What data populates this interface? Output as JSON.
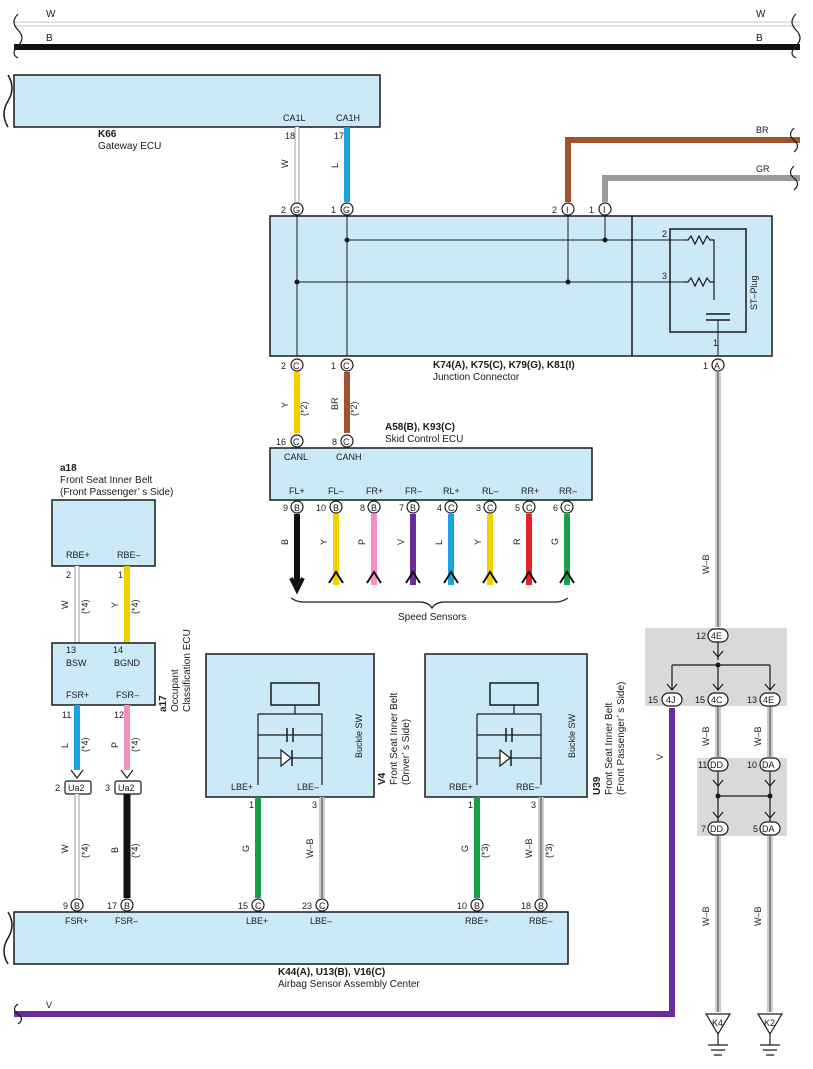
{
  "bus": {
    "w_label": "W",
    "b_label": "B"
  },
  "colors": {
    "box_fill": "#cce9f7",
    "white": "#e8e8e8",
    "black": "#111111",
    "blue": "#1aa3e0",
    "brown": "#a0522d",
    "gray": "#9a9a9a",
    "yellow": "#f5d000",
    "pink": "#f48fc0",
    "violet": "#6a2c9a",
    "red": "#e8202a",
    "green": "#18a048",
    "gray_panel": "#d9d9d9"
  },
  "gateway": {
    "code": "K66",
    "name": "Gateway ECU",
    "pin_a": "CA1L",
    "pin_b": "CA1H",
    "num_a": "18",
    "num_b": "17",
    "wire_a": "W",
    "wire_b": "L"
  },
  "junction": {
    "code": "K74(A), K75(C), K79(G), K81(I)",
    "name": "Junction Connector",
    "in_a": "2",
    "in_b": "1",
    "conn_g": "G",
    "br_num": "2",
    "gr_num": "1",
    "conn_i": "I",
    "out_a": "2",
    "out_b": "1",
    "conn_c": "C",
    "stplug": "ST–Plug",
    "plug_pins": [
      "2",
      "3",
      "1"
    ],
    "a_num": "1",
    "conn_a": "A"
  },
  "ext_wires": {
    "br": "BR",
    "gr": "GR"
  },
  "skid_wires": {
    "y": "Y",
    "br": "BR",
    "note": "(*2)"
  },
  "skid": {
    "code": "A58(B), K93(C)",
    "name": "Skid Control ECU",
    "canl_num": "16",
    "canh_num": "8",
    "conn": "C",
    "canl": "CANL",
    "canh": "CANH",
    "pins": [
      {
        "label": "FL+",
        "num": "9",
        "conn": "B",
        "wire": "B"
      },
      {
        "label": "FL–",
        "num": "10",
        "conn": "B",
        "wire": "Y"
      },
      {
        "label": "FR+",
        "num": "8",
        "conn": "B",
        "wire": "P"
      },
      {
        "label": "FR–",
        "num": "7",
        "conn": "B",
        "wire": "V"
      },
      {
        "label": "RL+",
        "num": "4",
        "conn": "C",
        "wire": "L"
      },
      {
        "label": "RL–",
        "num": "3",
        "conn": "C",
        "wire": "Y"
      },
      {
        "label": "RR+",
        "num": "5",
        "conn": "C",
        "wire": "R"
      },
      {
        "label": "RR–",
        "num": "6",
        "conn": "C",
        "wire": "G"
      }
    ],
    "group": "Speed Sensors"
  },
  "belt_pass": {
    "code": "a18",
    "name1": "Front Seat Inner Belt",
    "name2": "(Front Passenger’ s Side)",
    "pin_a": "RBE+",
    "pin_b": "RBE–",
    "num_a": "2",
    "num_b": "1",
    "wire_a": "W",
    "wire_b": "Y",
    "note": "(*4)"
  },
  "occupant": {
    "code": "a17",
    "name1": "Occupant",
    "name2": "Classification ECU",
    "top_a": "BSW",
    "top_b": "BGND",
    "top_num_a": "13",
    "top_num_b": "14",
    "bot_a": "FSR+",
    "bot_b": "FSR–",
    "bot_num_a": "11",
    "bot_num_b": "12",
    "wire_a": "L",
    "wire_b": "P",
    "note": "(*4)"
  },
  "ua2": {
    "conn": "Ua2",
    "num_a": "2",
    "num_b": "3",
    "wire_a": "W",
    "wire_b": "B",
    "note": "(*4)"
  },
  "driver_belt": {
    "code": "V4",
    "name1": "Front Seat Inner Belt",
    "name2": "(Driver’ s Side)",
    "sw": "Buckle SW",
    "pin_a": "LBE+",
    "pin_b": "LBE–",
    "num_a": "1",
    "num_b": "3",
    "wire_a": "G",
    "wire_b": "W–B"
  },
  "pass_belt": {
    "code": "U39",
    "name1": "Front Seat Inner Belt",
    "name2": "(Front Passenger’ s Side)",
    "sw": "Buckle SW",
    "pin_a": "RBE+",
    "pin_b": "RBE–",
    "num_a": "1",
    "num_b": "3",
    "wire_a": "G",
    "wire_b": "W–B",
    "note": "(*3)"
  },
  "airbag": {
    "code": "K44(A), U13(B), V16(C)",
    "name": "Airbag Sensor Assembly Center",
    "pins": [
      {
        "label": "FSR+",
        "num": "9",
        "conn": "B"
      },
      {
        "label": "FSR–",
        "num": "17",
        "conn": "B"
      },
      {
        "label": "LBE+",
        "num": "15",
        "conn": "C"
      },
      {
        "label": "LBE–",
        "num": "23",
        "conn": "C"
      },
      {
        "label": "RBE+",
        "num": "10",
        "conn": "B"
      },
      {
        "label": "RBE–",
        "num": "18",
        "conn": "B"
      }
    ]
  },
  "v_wire": {
    "label": "V"
  },
  "junction_blocks": {
    "wb": "W–B",
    "v": "V",
    "top": {
      "num": "12",
      "conn": "4E"
    },
    "row": [
      {
        "num": "15",
        "conn": "4J"
      },
      {
        "num": "15",
        "conn": "4C"
      },
      {
        "num": "13",
        "conn": "4E"
      }
    ],
    "mid": [
      {
        "num": "11",
        "conn": "DD"
      },
      {
        "num": "10",
        "conn": "DA"
      }
    ],
    "bot": [
      {
        "num": "7",
        "conn": "DD"
      },
      {
        "num": "5",
        "conn": "DA"
      }
    ]
  },
  "grounds": [
    "K4",
    "K2"
  ]
}
